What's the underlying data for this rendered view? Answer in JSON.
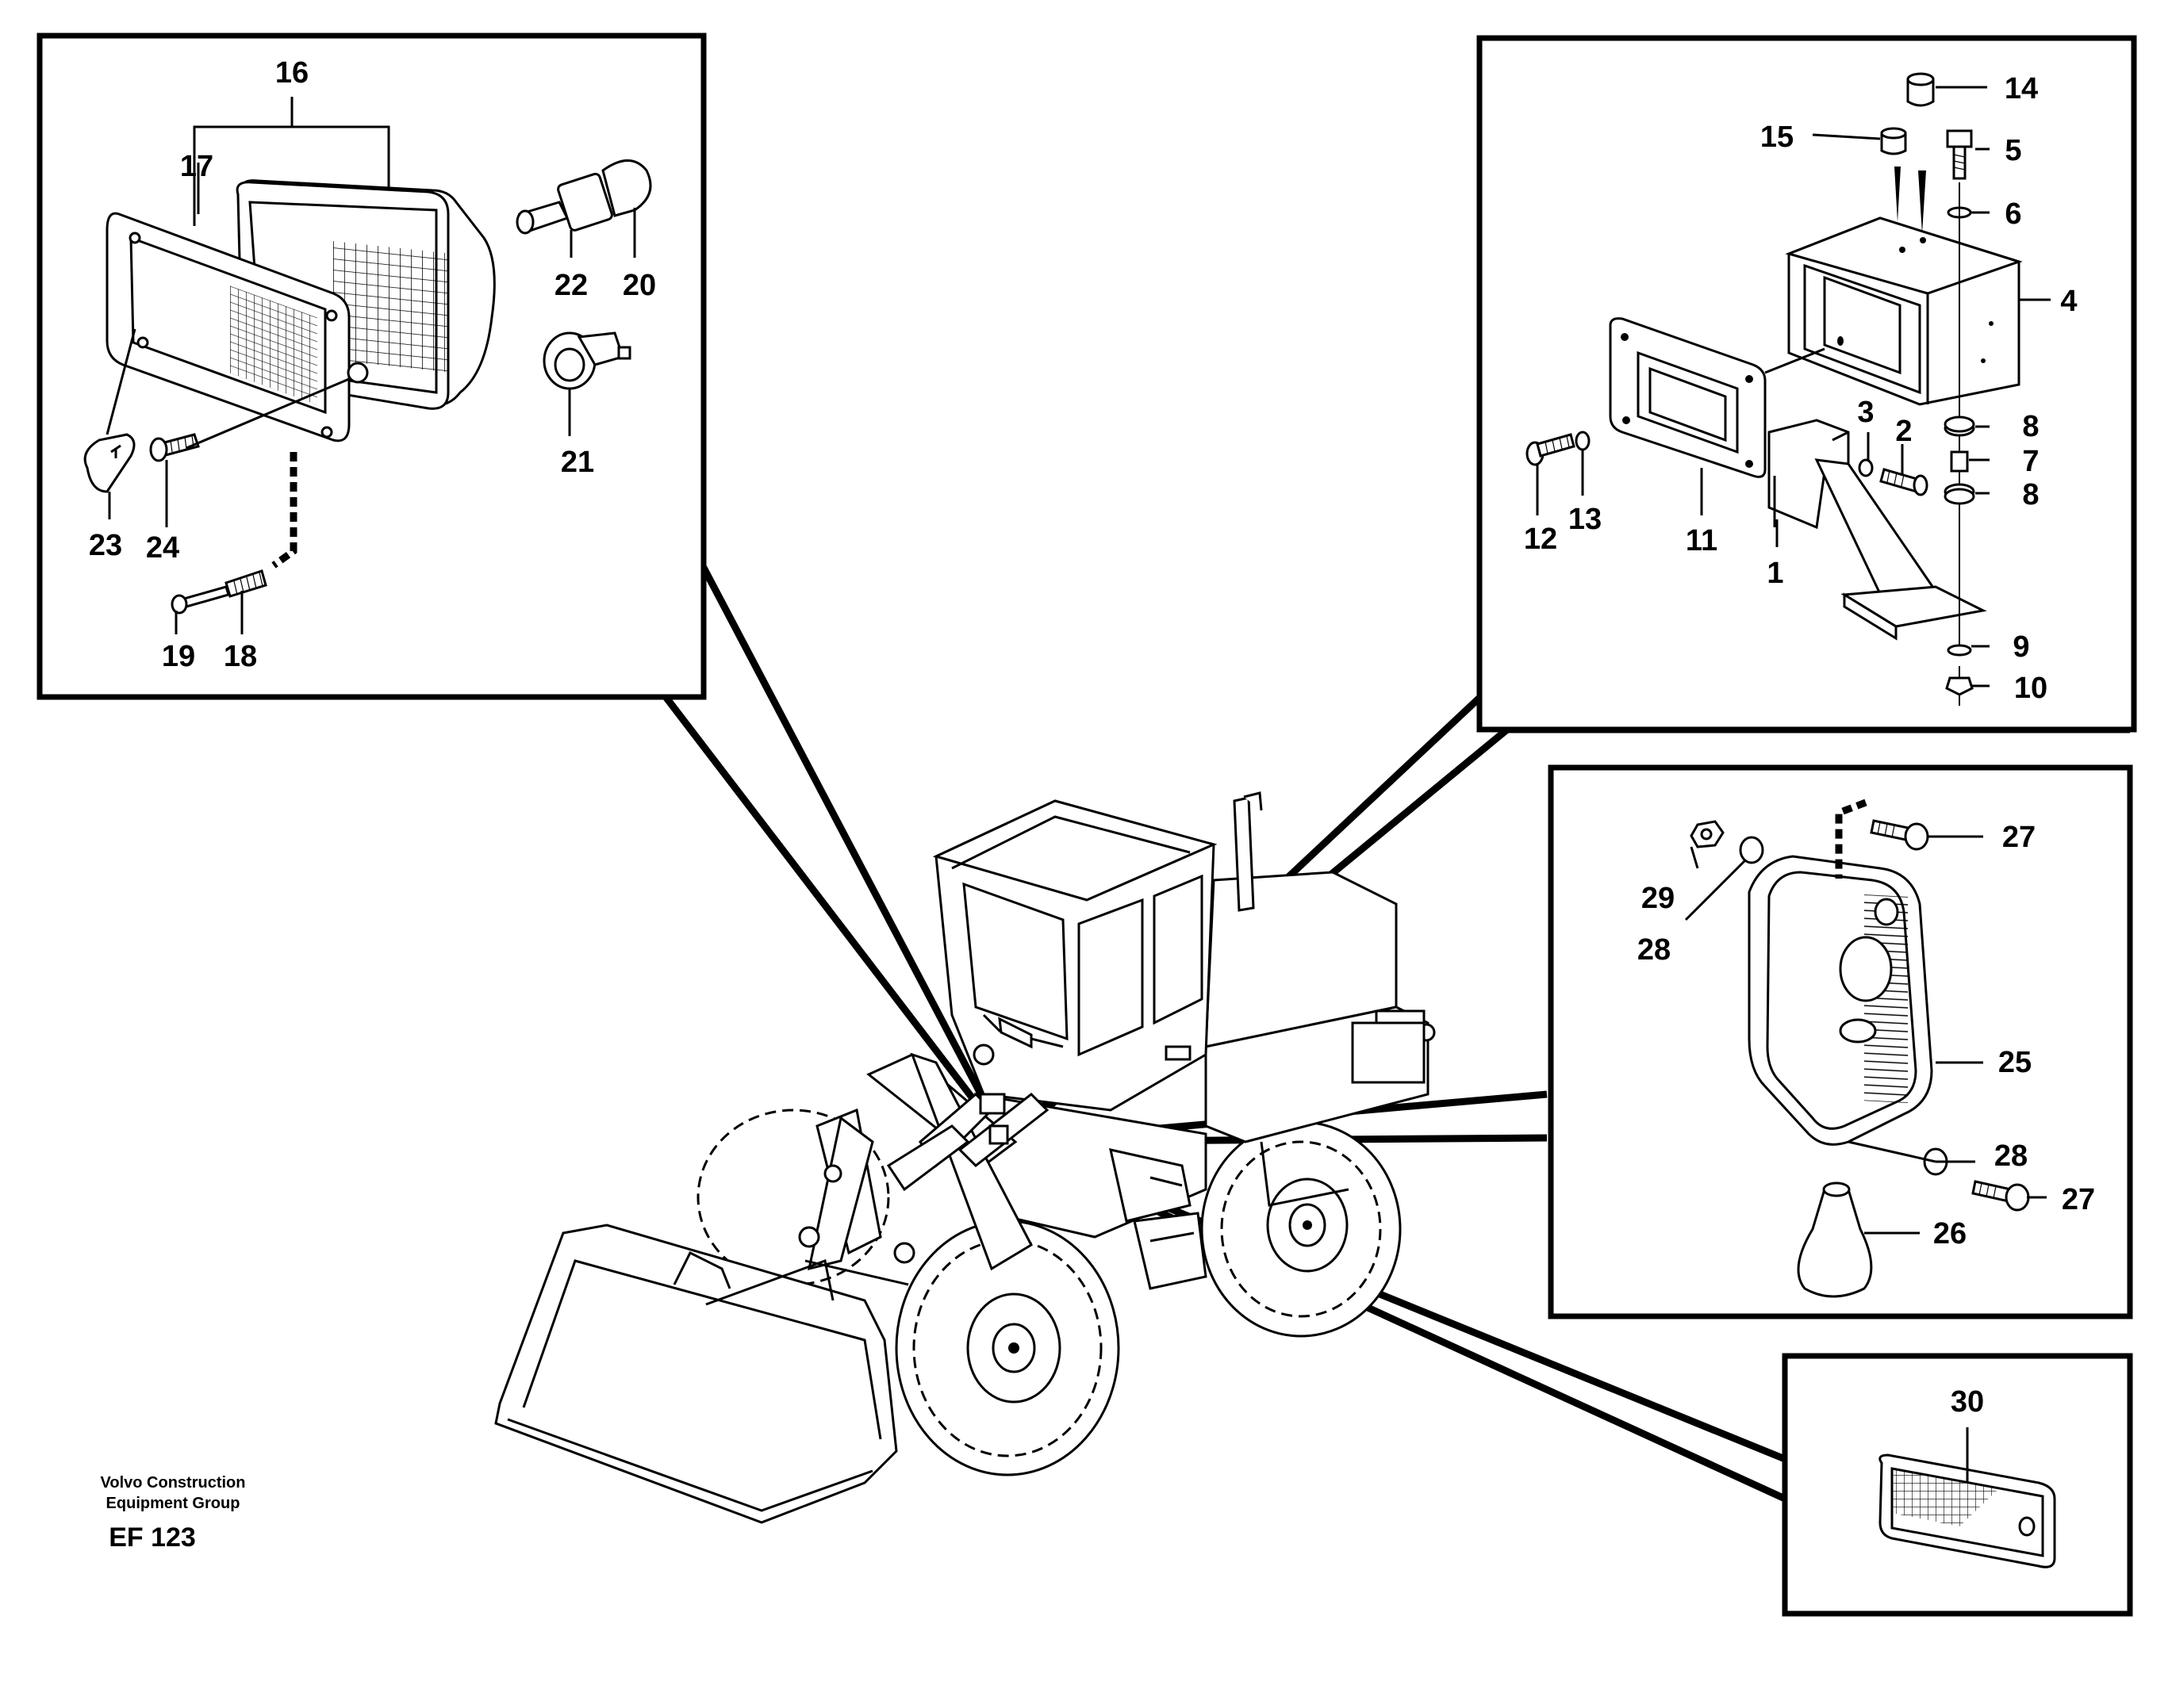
{
  "caption": {
    "company_line1": "Volvo Construction",
    "company_line2": "Equipment Group",
    "figure_code": "EF 123"
  },
  "callouts": {
    "p1": "1",
    "p2": "2",
    "p3": "3",
    "p4": "4",
    "p5": "5",
    "p6": "6",
    "p7": "7",
    "p8a": "8",
    "p8b": "8",
    "p9": "9",
    "p10": "10",
    "p11": "11",
    "p12": "12",
    "p13": "13",
    "p14": "14",
    "p15": "15",
    "p16": "16",
    "p17": "17",
    "p18": "18",
    "p19": "19",
    "p20": "20",
    "p21": "21",
    "p22": "22",
    "p23": "23",
    "p24": "24",
    "p25": "25",
    "p26": "26",
    "p27a": "27",
    "p27b": "27",
    "p28a": "28",
    "p28b": "28",
    "p29": "29",
    "p30": "30"
  }
}
